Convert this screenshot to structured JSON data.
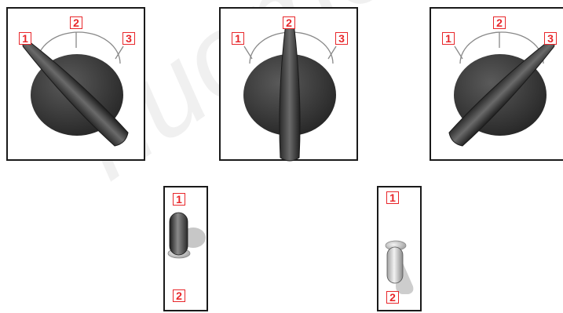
{
  "rotary_switches": [
    {
      "id": "a",
      "labels": [
        "1",
        "2",
        "3"
      ],
      "selected": "1"
    },
    {
      "id": "b",
      "labels": [
        "1",
        "2",
        "3"
      ],
      "selected": "2"
    },
    {
      "id": "c",
      "labels": [
        "1",
        "2",
        "3"
      ],
      "selected": "3"
    }
  ],
  "toggle_switches": [
    {
      "id": "a",
      "labels": [
        "1",
        "2"
      ],
      "selected": "1"
    },
    {
      "id": "b",
      "labels": [
        "1",
        "2"
      ],
      "selected": "2"
    }
  ],
  "colors": {
    "label_red": "#e8262a",
    "knob_dark": "#3a3a3a",
    "border": "#1a1a1a"
  },
  "watermark": "nuomoi"
}
